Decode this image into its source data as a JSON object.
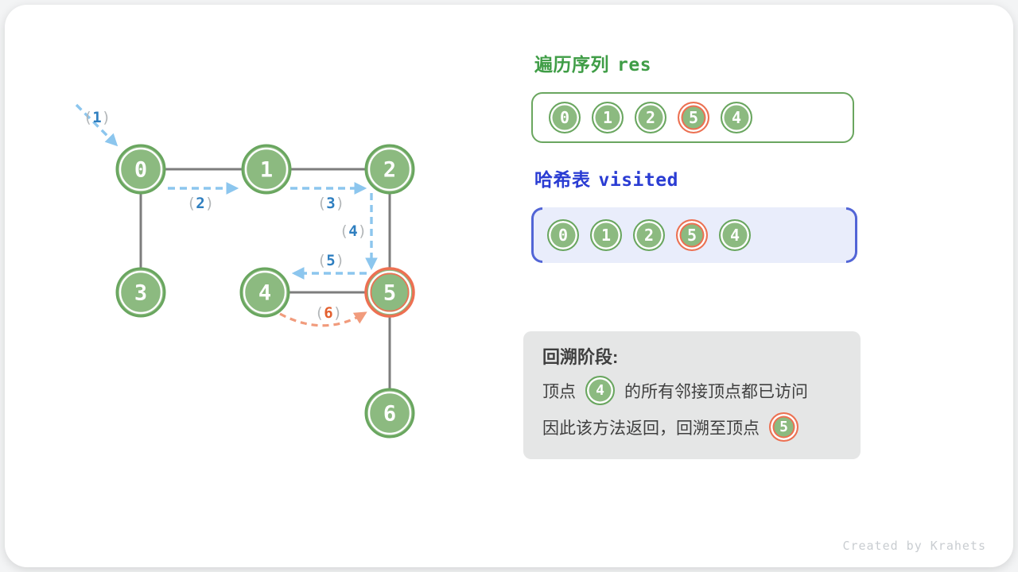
{
  "res_panel": {
    "title_cn": "遍历序列",
    "title_code": "res",
    "items": [
      {
        "label": "0",
        "highlighted": false
      },
      {
        "label": "1",
        "highlighted": false
      },
      {
        "label": "2",
        "highlighted": false
      },
      {
        "label": "5",
        "highlighted": true
      },
      {
        "label": "4",
        "highlighted": false
      }
    ]
  },
  "visited_panel": {
    "title_cn": "哈希表",
    "title_code": "visited",
    "items": [
      {
        "label": "0",
        "highlighted": false
      },
      {
        "label": "1",
        "highlighted": false
      },
      {
        "label": "2",
        "highlighted": false
      },
      {
        "label": "5",
        "highlighted": true
      },
      {
        "label": "4",
        "highlighted": false
      }
    ]
  },
  "note_panel": {
    "title": "回溯阶段:",
    "line1_pre": "顶点",
    "line1_node": "4",
    "line1_post": "的所有邻接顶点都已访问",
    "line2_pre": "因此该方法返回，回溯至顶点",
    "line2_node": "5"
  },
  "graph": {
    "paren_open": "(",
    "paren_close": ")",
    "nodes": [
      {
        "label": "0",
        "highlighted": false
      },
      {
        "label": "1",
        "highlighted": false
      },
      {
        "label": "2",
        "highlighted": false
      },
      {
        "label": "3",
        "highlighted": false
      },
      {
        "label": "4",
        "highlighted": false
      },
      {
        "label": "5",
        "highlighted": true
      },
      {
        "label": "6",
        "highlighted": false
      }
    ],
    "steps": [
      {
        "num": "1",
        "color": "blue"
      },
      {
        "num": "2",
        "color": "blue"
      },
      {
        "num": "3",
        "color": "blue"
      },
      {
        "num": "4",
        "color": "blue"
      },
      {
        "num": "5",
        "color": "blue"
      },
      {
        "num": "6",
        "color": "orange"
      }
    ]
  },
  "watermark": "Created by Krahets",
  "colors": {
    "node_fill": "#8cba80",
    "node_border": "#69a65f",
    "highlight_orange": "#ed7052",
    "blue_arrow": "#8cc6ee",
    "orange_arrow": "#f19b7c",
    "edge_gray": "#7d7d7d",
    "res_title_green": "#3f9d46",
    "visited_title_blue": "#2a3cd3",
    "visited_box_bg": "#e9edfb",
    "visited_bracket_blue": "#5265d6",
    "note_box_bg": "#e5e6e6"
  }
}
